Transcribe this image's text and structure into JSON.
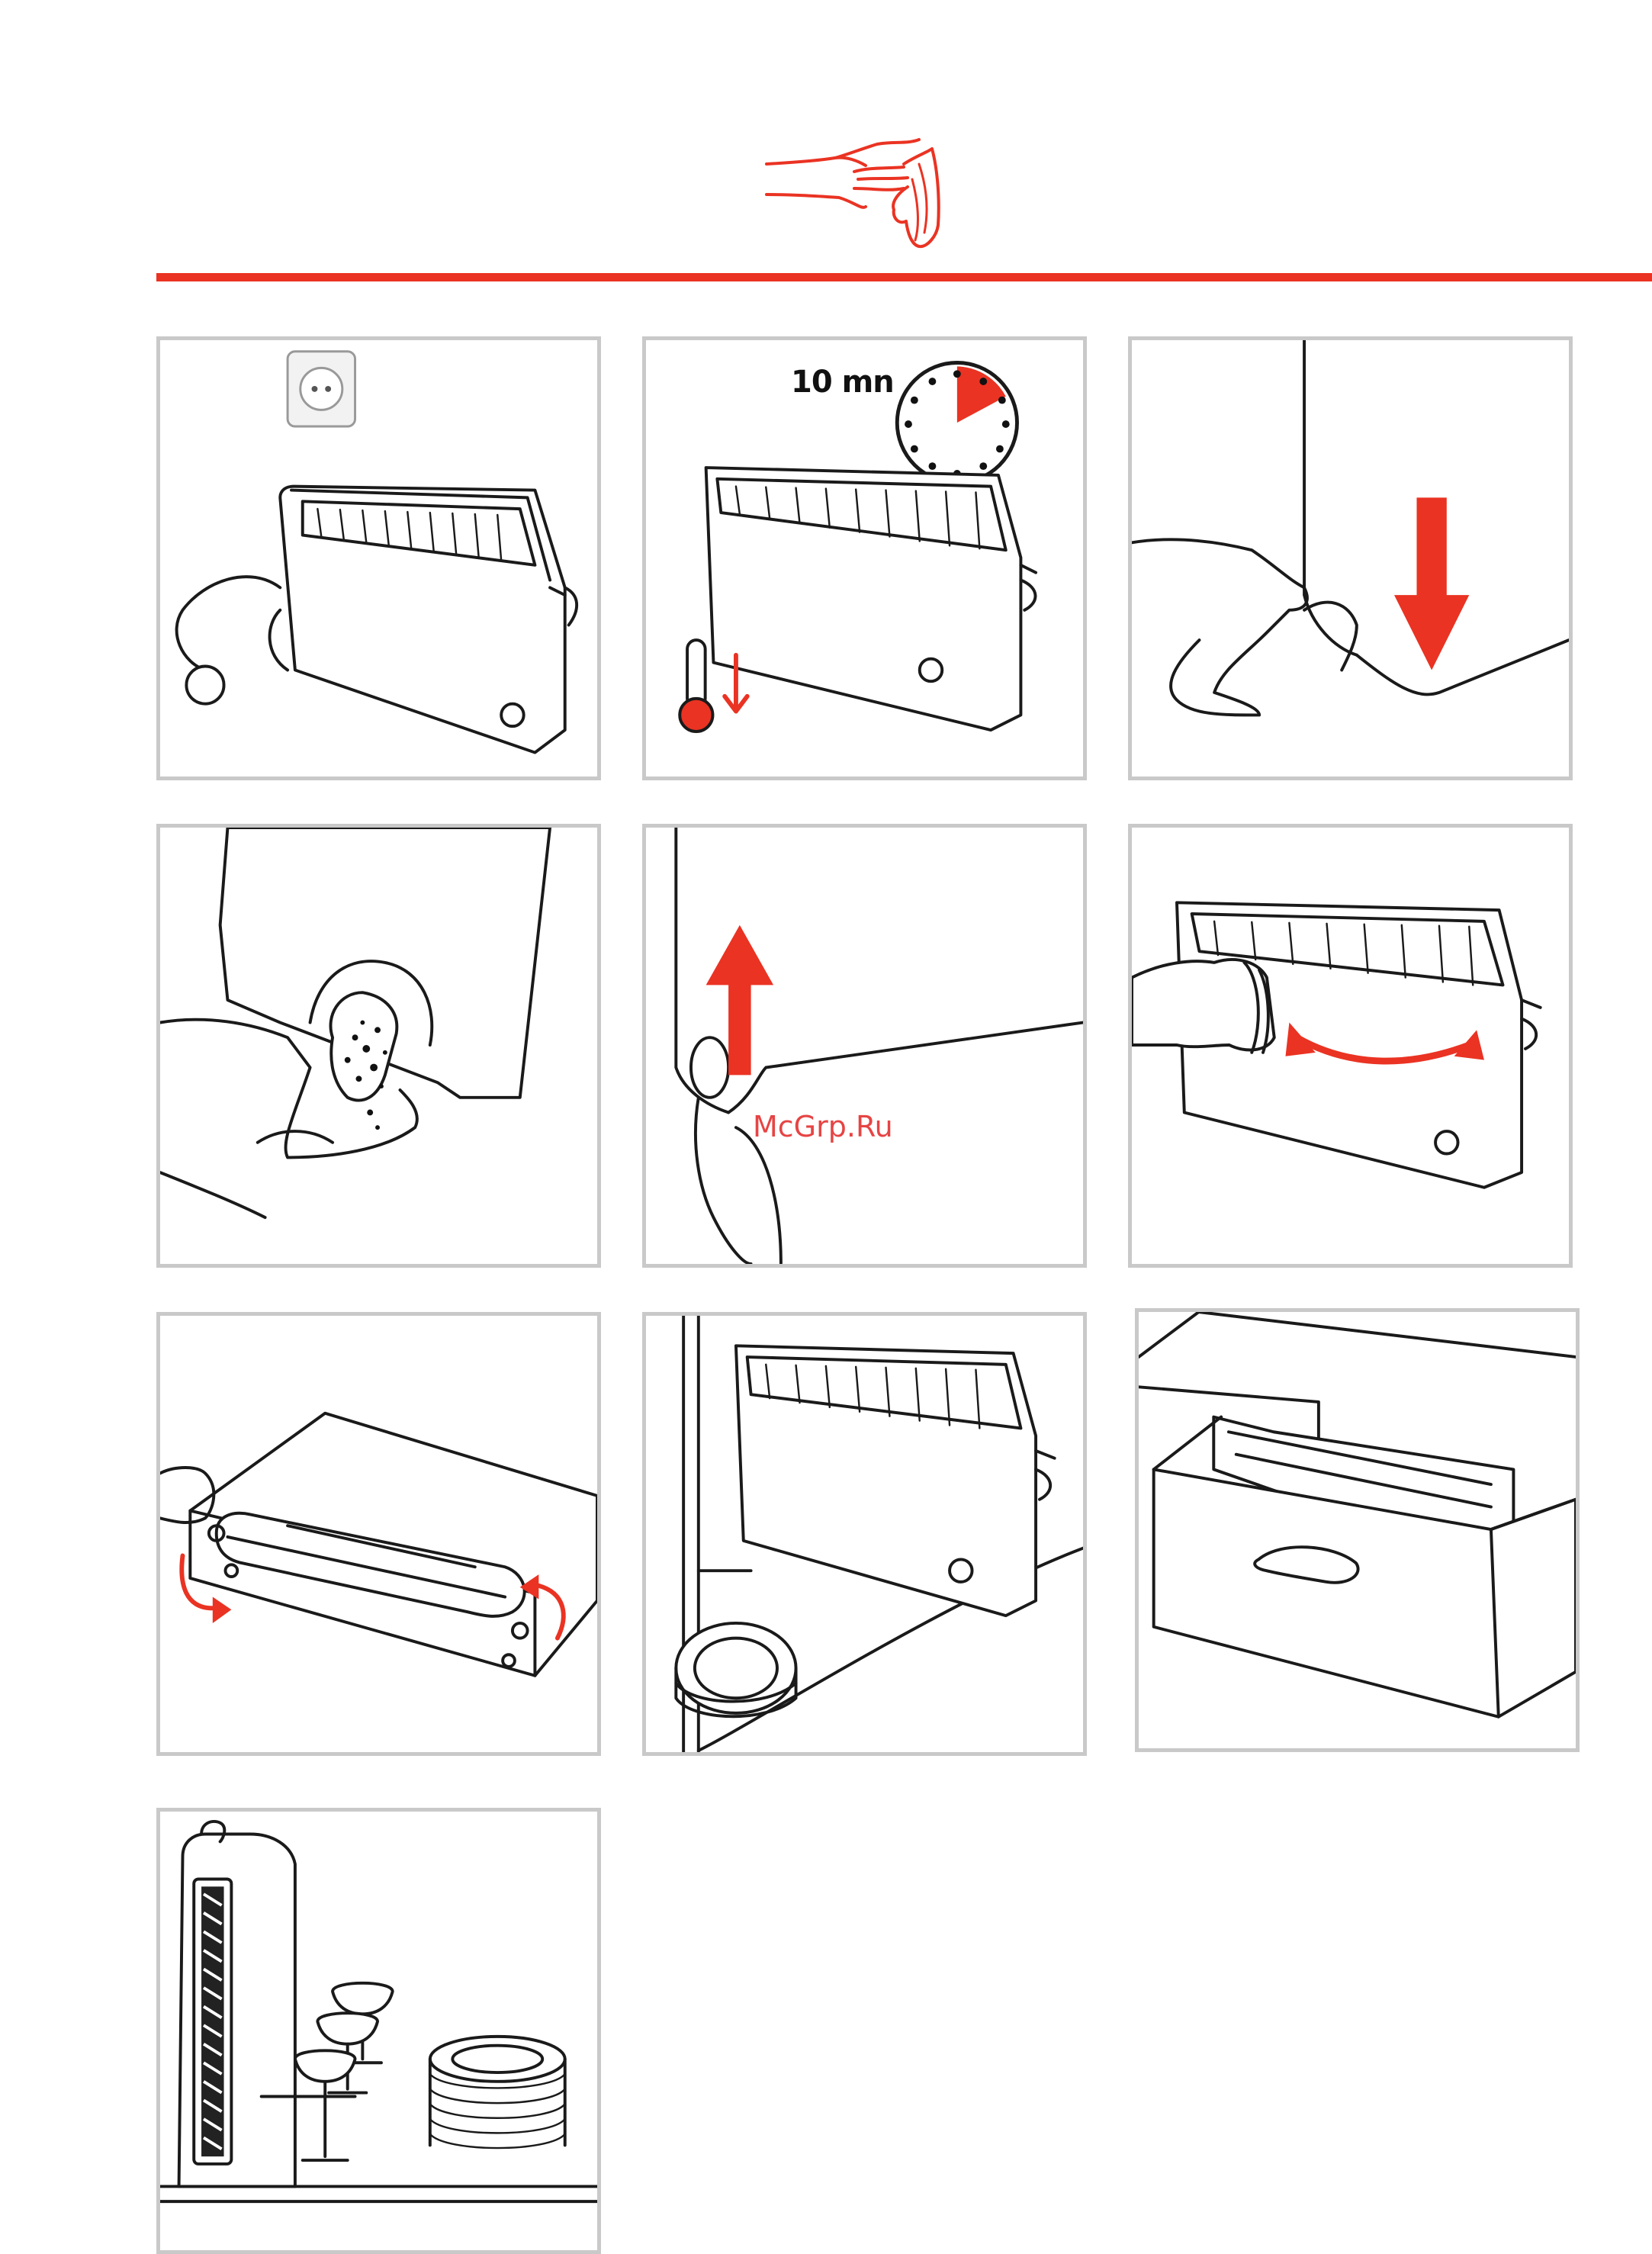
{
  "header": {
    "icon": "hand-wiping-cloth-icon",
    "rule_color": "#ea3323"
  },
  "panels": [
    {
      "id": 1,
      "icon": "unplugged-toaster-icon"
    },
    {
      "id": 2,
      "icon": "cooling-toaster-timer-icon",
      "timer_label": "10 mn"
    },
    {
      "id": 3,
      "icon": "press-crumb-tray-release-icon"
    },
    {
      "id": 4,
      "icon": "empty-crumb-tray-icon"
    },
    {
      "id": 5,
      "icon": "close-crumb-tray-icon"
    },
    {
      "id": 6,
      "icon": "wipe-toaster-cloth-icon"
    },
    {
      "id": 7,
      "icon": "cord-storage-icon"
    },
    {
      "id": 8,
      "icon": "cupboard-storage-icon"
    },
    {
      "id": 9,
      "icon": "drawer-storage-icon"
    },
    {
      "id": 10,
      "icon": "upright-storage-icon"
    }
  ],
  "watermark": "McGrp.Ru",
  "accent_color": "#ea3323"
}
